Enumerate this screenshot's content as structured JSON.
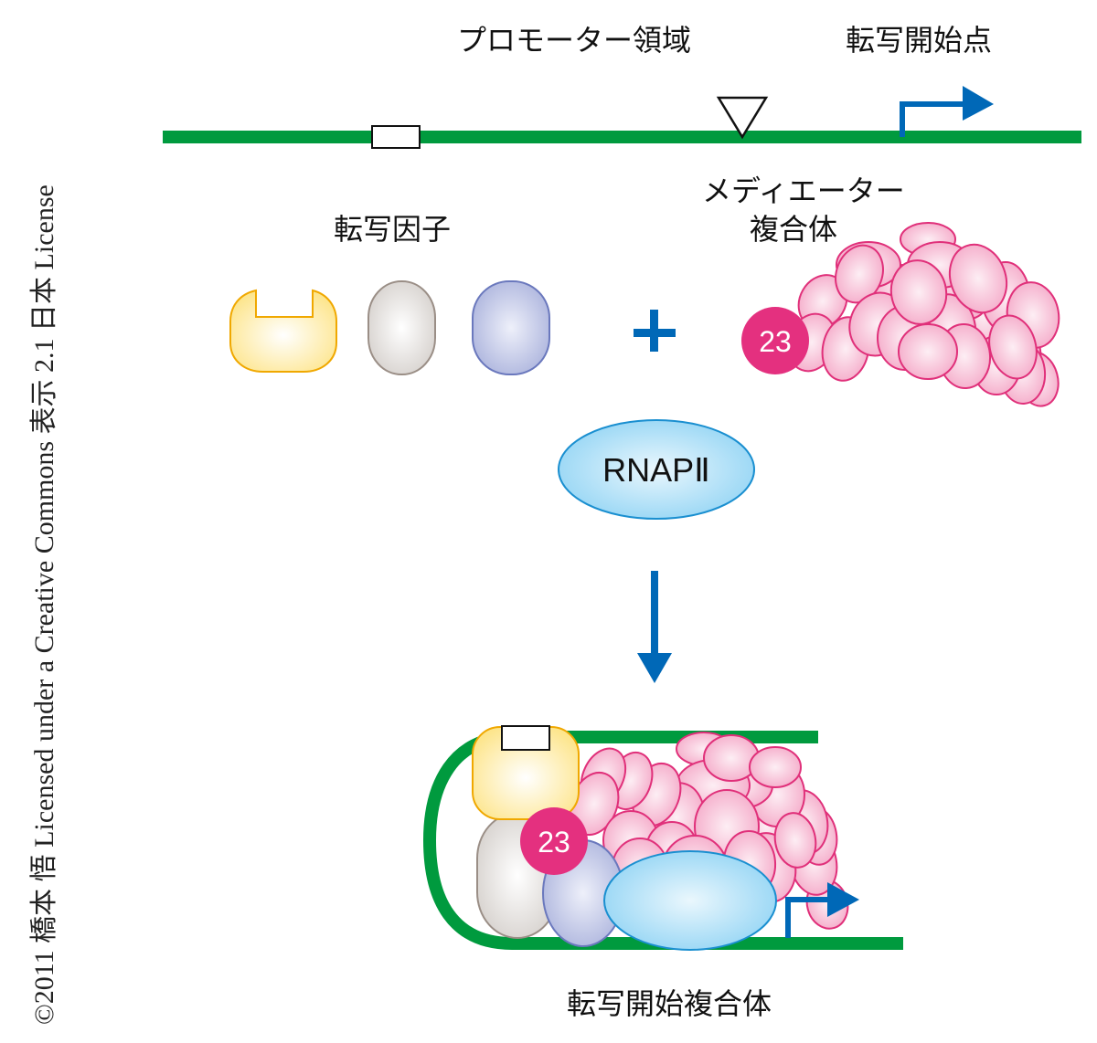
{
  "copyright": "©2011 橋本 悟 Licensed under a Creative Commons 表示 2.1 日本 License",
  "labels": {
    "promoter_region": "プロモーター領域",
    "transcription_start_site": "転写開始点",
    "transcription_factors": "転写因子",
    "mediator_line1": "メディエーター",
    "mediator_line2": "複合体",
    "rnap": "RNAPⅡ",
    "plus": "+",
    "subunit_badge": "23",
    "preinitiation_complex": "転写開始複合体"
  },
  "colors": {
    "dna": "#009a3e",
    "arrow": "#0068b7",
    "factor_yellow_stroke": "#f0a800",
    "factor_yellow_fill": "#fde58c",
    "factor_gray_stroke": "#9a8e86",
    "factor_gray_fill": "#d4cfcb",
    "factor_blue_stroke": "#6a78bd",
    "factor_blue_fill": "#aab2dc",
    "mediator_stroke": "#e0307a",
    "mediator_fill": "#f4a6c6",
    "badge_fill": "#e4307f",
    "rnap_stroke": "#1a8fd0",
    "rnap_fill": "#8fd3f4"
  }
}
